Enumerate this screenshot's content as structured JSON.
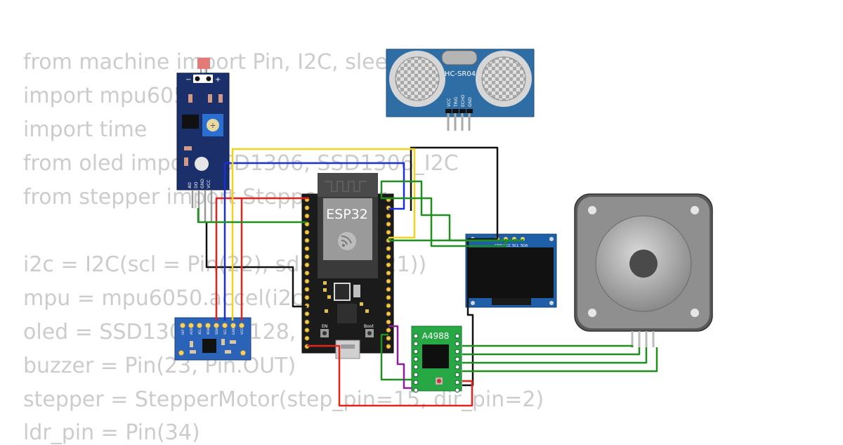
{
  "code_lines": [
    "from machine import Pin, I2C, sleep",
    "import mpu6050",
    "import time",
    "from oled import SSD1306, SSD1306_I2C",
    "from stepper import StepperMotor",
    "",
    "i2c = I2C(scl = Pin(22), sda = Pin(21))",
    "mpu = mpu6050.accel(i2c)",
    "oled = SSD1306_I2C(128, 64, i2c)",
    "buzzer = Pin(23, Pin.OUT)",
    "stepper = StepperMotor(step_pin=15, dir_pin=2)",
    "ldr_pin = Pin(34)"
  ],
  "components": {
    "esp32": {
      "label": "ESP32",
      "boot_label": "Boot",
      "en_label": "EN"
    },
    "ultrasonic": {
      "label": "HC-SR04",
      "pins": [
        "VCC",
        "TRIG",
        "ECHO",
        "GND"
      ]
    },
    "driver": {
      "label": "A4988"
    },
    "oled": {
      "pins": [
        "GND",
        "VCC",
        "SCL",
        "SDA"
      ]
    },
    "ldr": {
      "pins": [
        "VCC",
        "GND",
        "DO",
        "AO"
      ]
    },
    "mpu": {
      "pins": [
        "VCC",
        "GND",
        "SCL",
        "SDA",
        "XDA",
        "XCL",
        "AD0",
        "INT"
      ]
    }
  },
  "wire_colors": {
    "black": "#111111",
    "red": "#e3231c",
    "green": "#1f8f1f",
    "blue": "#1a2fd6",
    "yellow": "#f2d21b",
    "purple": "#8e1e9e"
  }
}
